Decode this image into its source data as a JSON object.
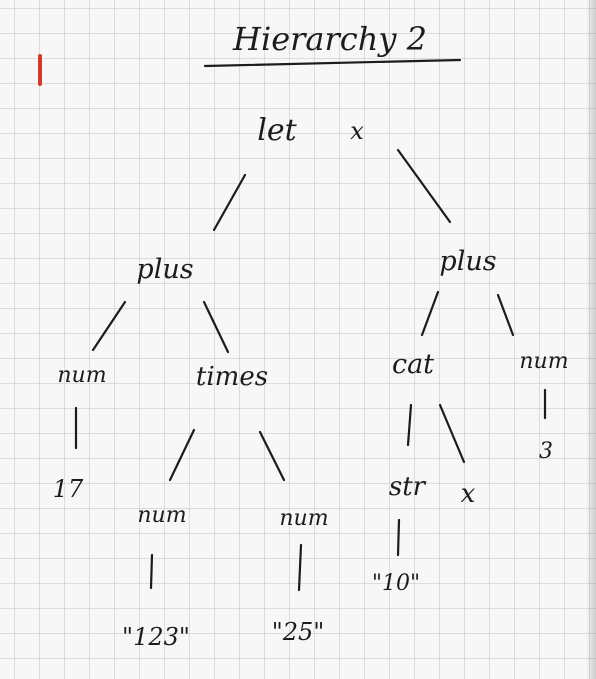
{
  "title": "Hierarchy 2",
  "nodes": {
    "let": "let",
    "let_var": "x",
    "plus_left": "plus",
    "plus_right": "plus",
    "num_left": "num",
    "times": "times",
    "cat": "cat",
    "num_right": "num",
    "val_17": "17",
    "num_a": "num",
    "num_b": "num",
    "str": "str",
    "cat_var": "x",
    "val_3": "3",
    "val_123": "\"123\"",
    "val_25": "\"25\"",
    "val_10": "\"10\""
  },
  "colors": {
    "ink": "#1c1c1c",
    "paper": "#f7f7f8",
    "grid": "#bea0aa",
    "margin_mark": "#d7382c"
  }
}
